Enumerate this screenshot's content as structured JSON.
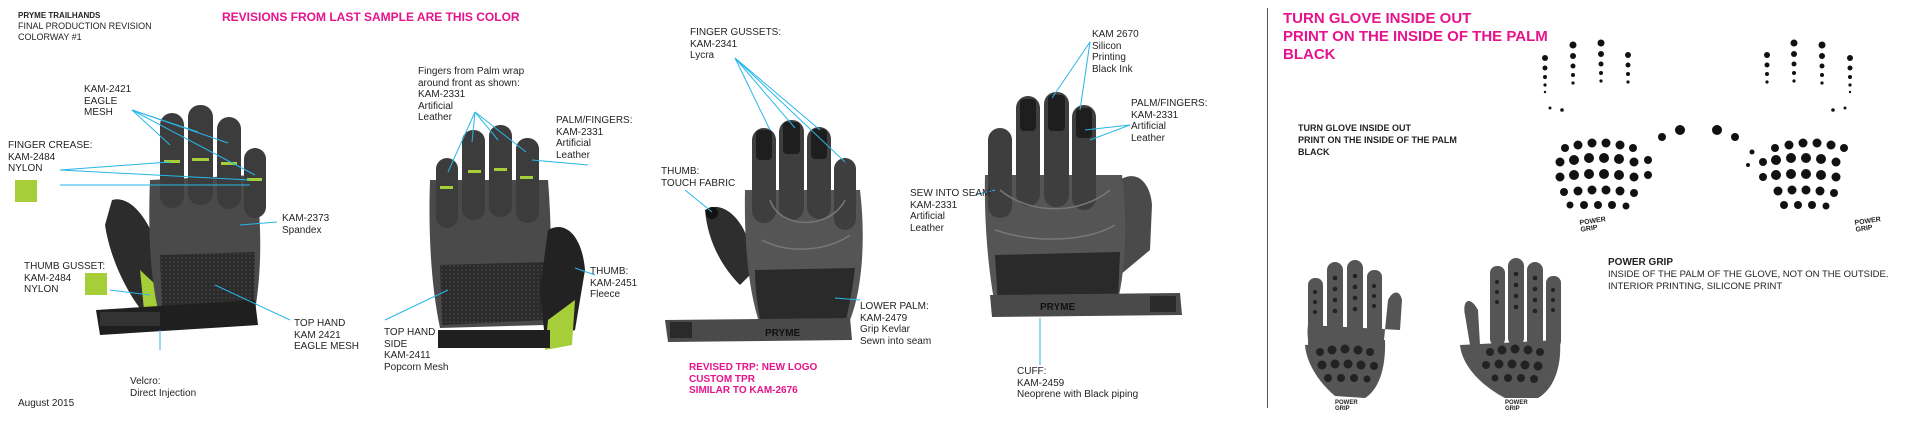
{
  "header": {
    "line1": "PRYME TRAILHANDS",
    "line2": "FINAL PRODUCTION REVISION",
    "line3": "COLORWAY #1",
    "revision_note": "REVISIONS FROM LAST SAMPLE ARE THIS COLOR",
    "date": "August 2015"
  },
  "colors": {
    "accent": "#e6138c",
    "highlight_green": "#a6ce39",
    "glove_dark": "#3a3a3a",
    "glove_mid": "#5a5a5a",
    "glove_black": "#1e1e1e",
    "callout_line": "#29b6e8"
  },
  "view1": {
    "kam2421": "KAM-2421\nEAGLE\nMESH",
    "finger_crease": "FINGER CREASE:\nKAM-2484\nNYLON",
    "kam2373": "KAM-2373\nSpandex",
    "thumb_gusset": "THUMB GUSSET:\nKAM-2484\nNYLON",
    "top_hand": "TOP HAND\nKAM 2421\nEAGLE MESH",
    "velcro": "Velcro:\nDirect Injection"
  },
  "view2": {
    "fingers_from_palm": "Fingers from Palm wrap\naround front as shown:\nKAM-2331\nArtificial\nLeather",
    "palm_fingers": "PALM/FINGERS:\nKAM-2331\nArtificial\nLeather",
    "thumb": "THUMB:\nKAM-2451\nFleece",
    "top_hand_side": "TOP HAND\nSIDE\nKAM-2411\nPopcorn Mesh"
  },
  "view3": {
    "finger_gussets": "FINGER GUSSETS:\nKAM-2341\nLycra",
    "thumb_touch": "THUMB:\nTOUCH FABRIC",
    "lower_palm": "LOWER PALM:\nKAM-2479\nGrip Kevlar\nSewn into seam",
    "revised_trp": "REVISED TRP: NEW LOGO\nCUSTOM TPR\nSIMILAR TO KAM-2676",
    "logo": "PRYME"
  },
  "view4": {
    "kam2670": "KAM 2670\nSilicon\nPrinting\nBlack Ink",
    "palm_fingers": "PALM/FINGERS:\nKAM-2331\nArtificial\nLeather",
    "sew_into_seam": "SEW INTO SEAM:\nKAM-2331\nArtificial\nLeather",
    "cuff": "CUFF:\nKAM-2459\nNeoprene with Black piping",
    "logo": "PRYME"
  },
  "print": {
    "heading_big": "TURN GLOVE INSIDE OUT\nPRINT ON THE INSIDE OF THE  PALM\nBLACK",
    "heading_small": "TURN GLOVE INSIDE OUT\nPRINT ON THE INSIDE OF THE  PALM\nBLACK",
    "power_grip_title": "POWER GRIP",
    "power_grip_desc": "INSIDE OF THE PALM OF THE GLOVE, NOT ON THE OUTSIDE.\nINTERIOR PRINTING, SILICONE PRINT",
    "grip_logo": "POWER\nGRIP"
  }
}
